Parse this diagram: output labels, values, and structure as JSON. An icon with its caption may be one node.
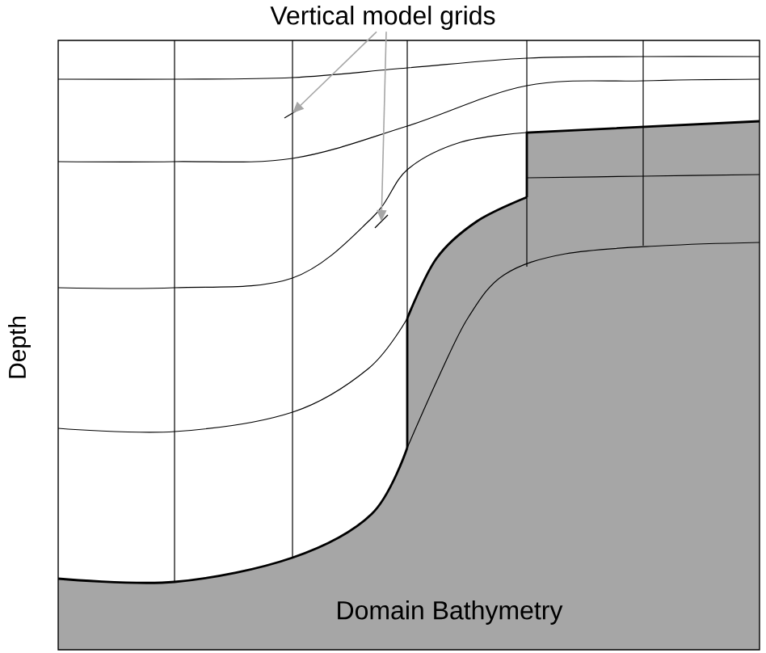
{
  "diagram": {
    "nodes": [
      {
        "text": [
          "Vertical model grids"
        ]
      },
      {
        "text": [],
        "shape": "line"
      },
      {
        "text": [],
        "shape": "line"
      }
    ],
    "edges": [
      {
        "from": 0,
        "to": 1,
        "arrow": "to",
        "color": "#a6a6a6"
      },
      {
        "from": 0,
        "to": 2,
        "arrow": "to",
        "color": "#a6a6a6"
      }
    ],
    "labels": [
      "Depth",
      "Domain Bathymetry"
    ]
  }
}
